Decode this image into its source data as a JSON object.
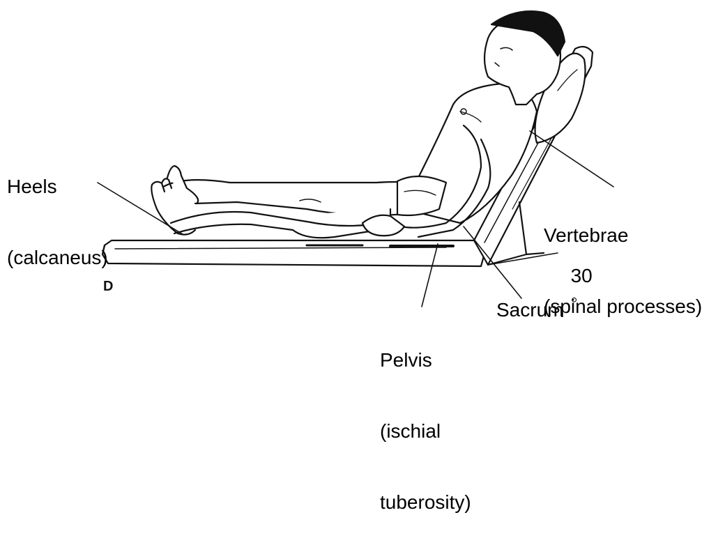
{
  "panel_letter": "D",
  "labels": {
    "heels_line1": "Heels",
    "heels_line2": "(calcaneus)",
    "vertebrae_line1": "Vertebrae",
    "vertebrae_line2": "(spinal processes)",
    "angle_value": "30",
    "angle_symbol": "◦",
    "pelvis_line1": "Pelvis",
    "pelvis_line2": "(ischial",
    "pelvis_line3": "tuberosity)",
    "sacrum": "Sacrum"
  }
}
